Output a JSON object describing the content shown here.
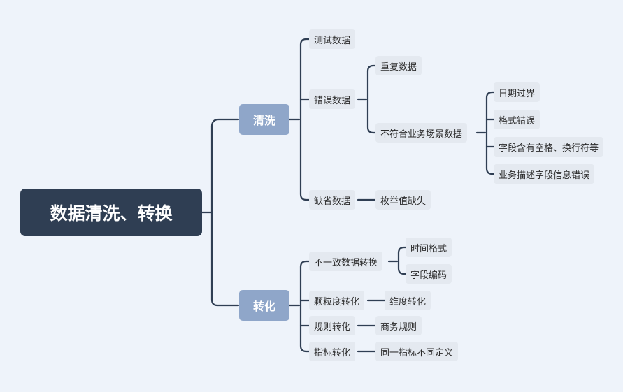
{
  "root": "数据清洗、转换",
  "branches": {
    "clean": {
      "label": "清洗",
      "test_data": "测试数据",
      "error_data": {
        "label": "错误数据",
        "duplicate": "重复数据",
        "mismatch": {
          "label": "不符合业务场景数据",
          "items": [
            "日期过界",
            "格式错误",
            "字段含有空格、换行符等",
            "业务描述字段信息错误"
          ]
        }
      },
      "missing": {
        "label": "缺省数据",
        "enum_missing": "枚举值缺失"
      }
    },
    "transform": {
      "label": "转化",
      "inconsistent": {
        "label": "不一致数据转换",
        "items": [
          "时间格式",
          "字段编码"
        ]
      },
      "granularity": {
        "label": "颗粒度转化",
        "child": "维度转化"
      },
      "rules": {
        "label": "规则转化",
        "child": "商务规则"
      },
      "metric": {
        "label": "指标转化",
        "child": "同一指标不同定义"
      }
    }
  }
}
